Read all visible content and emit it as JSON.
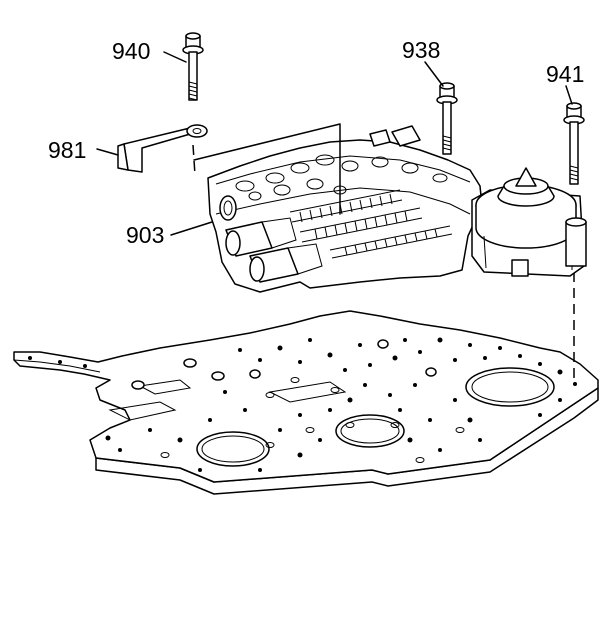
{
  "callouts": {
    "bolt_940": "940",
    "bolt_938": "938",
    "bolt_941": "941",
    "bracket_981": "981",
    "valve_body_903": "903"
  }
}
